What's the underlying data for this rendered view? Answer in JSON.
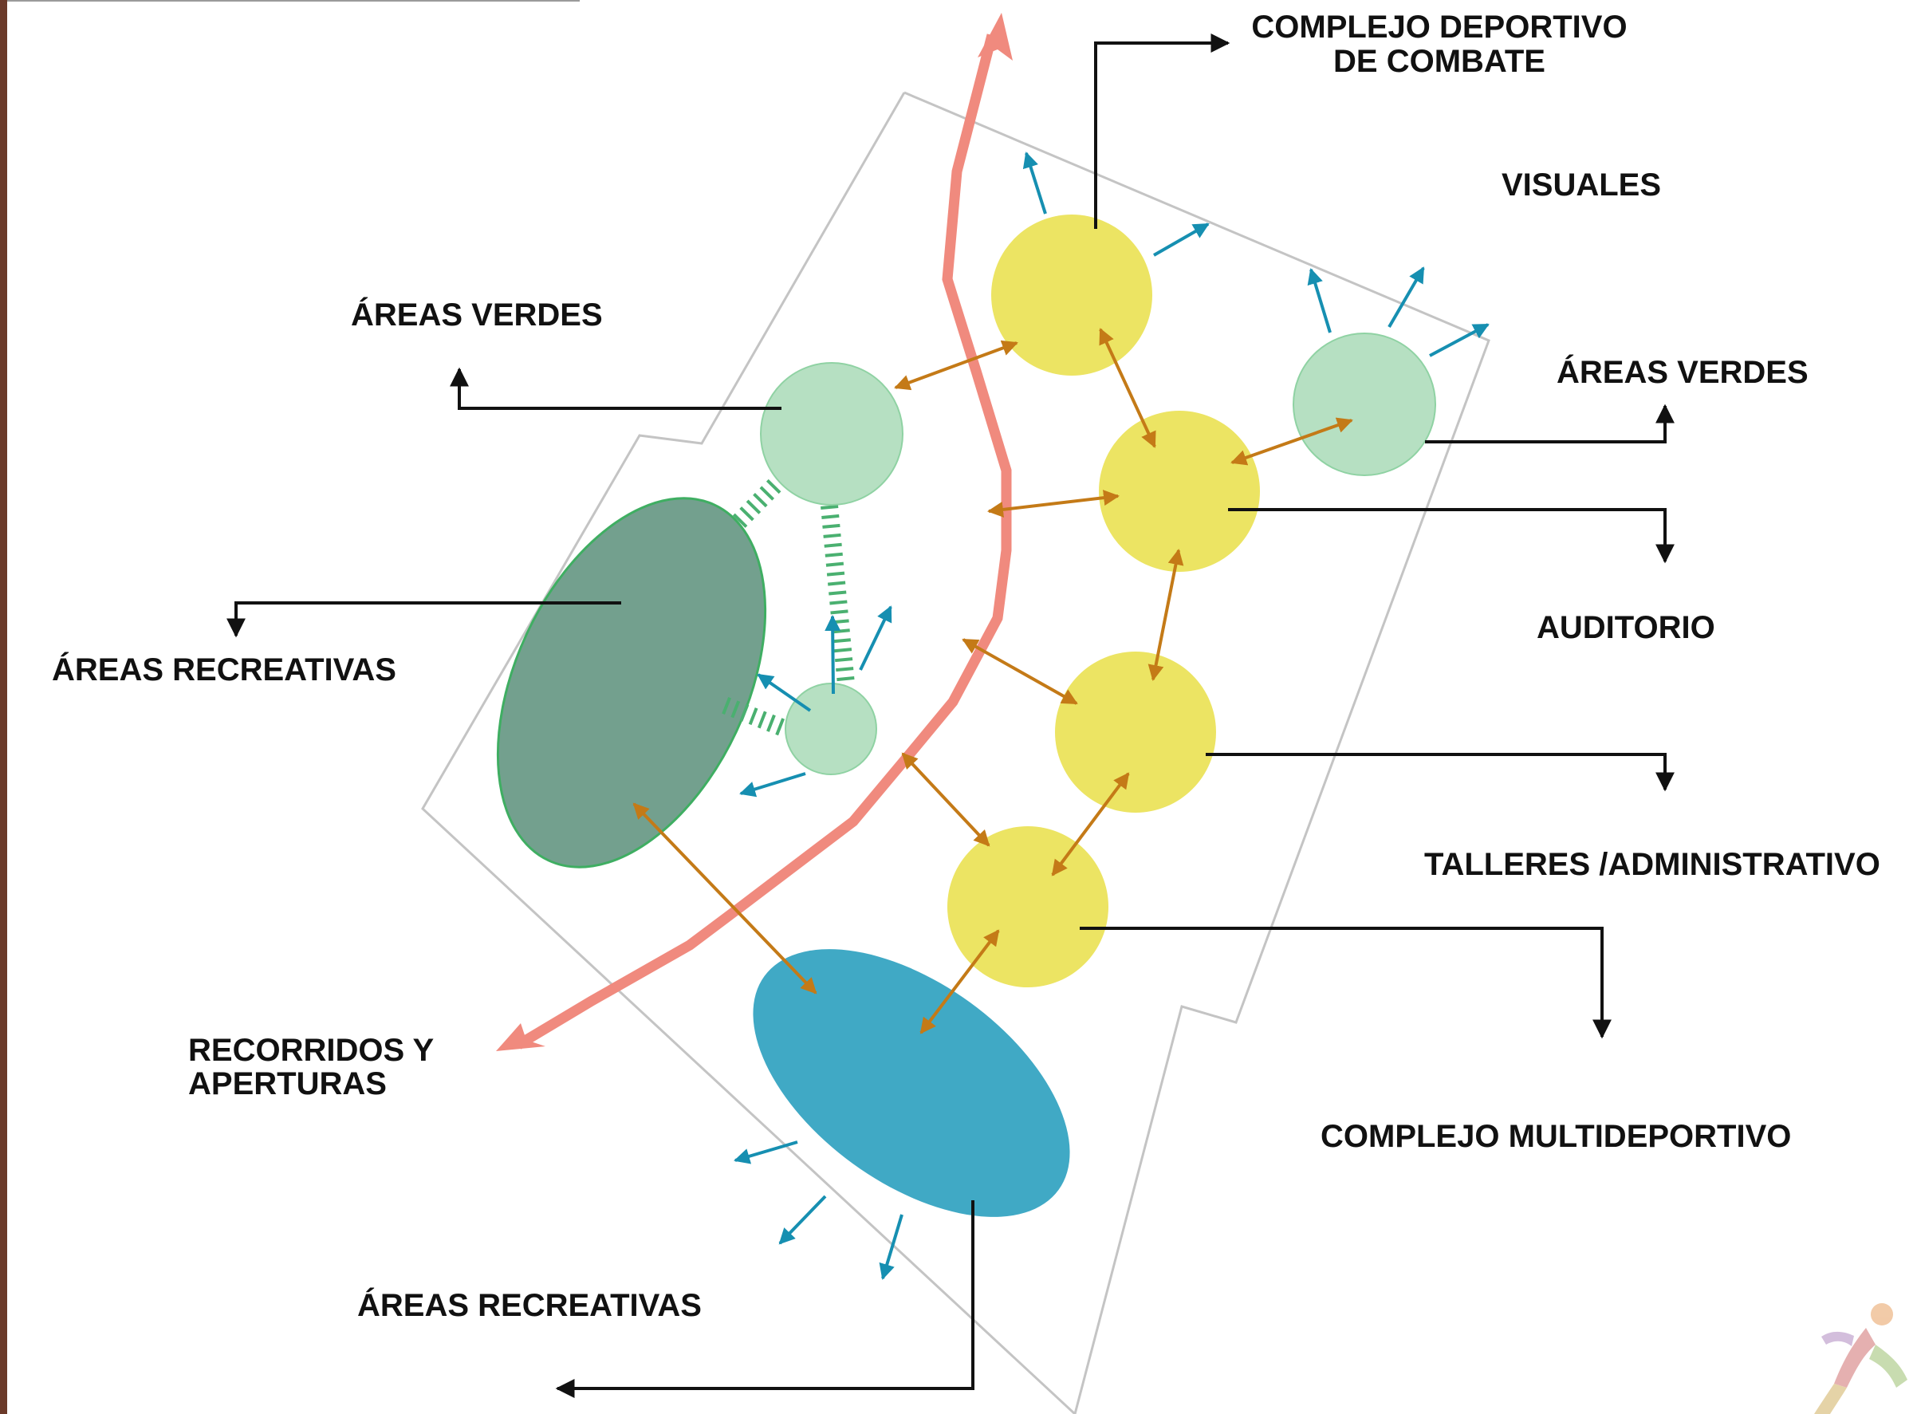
{
  "labels": {
    "complejo_combate_1": "COMPLEJO DEPORTIVO",
    "complejo_combate_2": "DE COMBATE",
    "visuales": "VISUALES",
    "areas_verdes_left": "ÁREAS VERDES",
    "areas_verdes_right": "ÁREAS VERDES",
    "auditorio": "AUDITORIO",
    "areas_recreativas_left": "ÁREAS RECREATIVAS",
    "talleres": "TALLERES /ADMINISTRATIVO",
    "recorridos_1": "RECORRIDOS Y",
    "recorridos_2": "APERTURAS",
    "complejo_multi": "COMPLEJO MULTIDEPORTIVO",
    "areas_recreativas_bottom": "ÁREAS RECREATIVAS"
  },
  "colors": {
    "building_yellow": "#ece463",
    "green_area": "#b6e0c2",
    "green_area_stroke": "#8fd2a3",
    "recreation_dark": "#73a08e",
    "recreation_dark_stroke": "#3fae62",
    "multisport_blue": "#40a9c5",
    "path_salmon": "#f08a7e",
    "connection_arrow": "#c47a17",
    "visual_arrow": "#168fb1",
    "green_dash": "#4ab070",
    "site_outline": "#c4c4c4",
    "leader_line": "#111111"
  }
}
